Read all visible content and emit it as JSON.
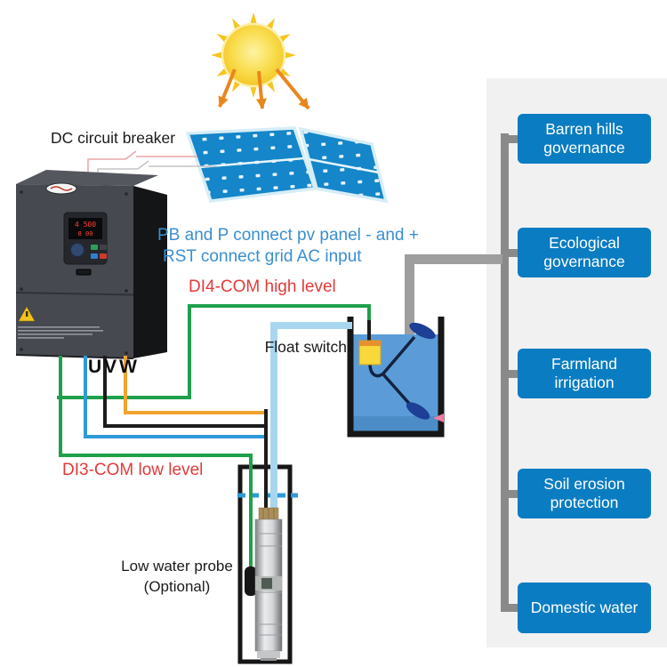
{
  "labels": {
    "dc_breaker": "DC circuit breaker",
    "pv_connect_line1": "PB and P connect pv panel - and +",
    "pv_connect_line2": "RST connect grid AC input",
    "di4_high": "DI4-COM high level",
    "di3_low": "DI3-COM low level",
    "float_switch": "Float switch",
    "low_water_probe_line1": "Low water probe",
    "low_water_probe_line2": "(Optional)",
    "output_terminals": "UVW"
  },
  "inverter_display": {
    "row1": "4 500",
    "row2": "8 00"
  },
  "applications": [
    {
      "label": "Barren hills governance"
    },
    {
      "label": "Ecological governance"
    },
    {
      "label": "Farmland irrigation"
    },
    {
      "label": "Soil erosion protection"
    },
    {
      "label": "Domestic water"
    }
  ],
  "colors": {
    "box_blue": "#0a7cc1",
    "panel_bg": "#f1f1f2",
    "trunk_gray": "#8a8a8a",
    "pipe_gray": "#9e9e9e",
    "red_label": "#e23a3a",
    "blue_label": "#3a8fd0",
    "text_black": "#1b1b1b",
    "wire_green": "#1fa04b",
    "wire_blue": "#2e9ad8",
    "wire_orange": "#f0a42d",
    "wire_black": "#1c1c1c",
    "pipe_water": "#a9d6ef",
    "tank_water": "#5b9cd8",
    "sun_yellow": "#f6c51f",
    "arrow_orange": "#e8871e",
    "pv_blue": "#1486c9",
    "float_navy": "#1d3f96"
  }
}
